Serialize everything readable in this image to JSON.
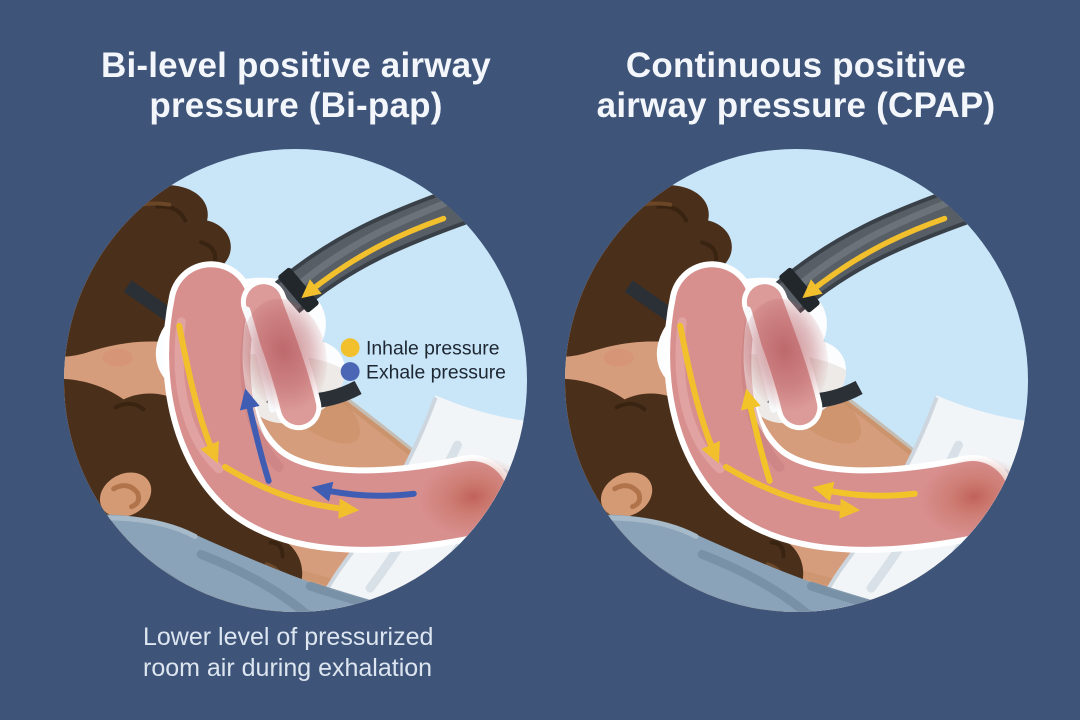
{
  "figure": {
    "name": "Bi-pap vs CPAP sleep apnea therapy comparison",
    "background": "#3e5479"
  },
  "panels": [
    {
      "id": "bipap",
      "title_lines": [
        "Bi-level positive airway",
        "pressure (Bi-pap)"
      ],
      "mode": "bipap",
      "exhale_arrow_color": "#3f5db3"
    },
    {
      "id": "cpap",
      "title_lines": [
        "Continuous positive",
        "airway pressure (CPAP)"
      ],
      "mode": "cpap",
      "exhale_arrow_color": "#f3c428"
    }
  ],
  "legend": {
    "items": [
      {
        "label": "Inhale pressure",
        "color": "#f1c02c"
      },
      {
        "label": "Exhale pressure",
        "color": "#4a66b4"
      }
    ]
  },
  "caption": {
    "lines": [
      "Lower level of pressurized",
      "room air during exhalation"
    ]
  },
  "colors": {
    "background": "#3e5479",
    "circle_bg": "#c9e5f8",
    "skin": "#d59d7b",
    "skin_shadow": "#c28a5e",
    "hair": "#4a2f1b",
    "mask": "#fcfdfe",
    "strap": "#2b3036",
    "tube": "#585e65",
    "airway": "#d8908f",
    "airway_deep": "#b4585e",
    "pillow": "#f2f5f8",
    "blanket": "#8ba3b8",
    "title_text": "#f3f6fa",
    "caption_text": "#dde6f0",
    "legend_text": "#1d2732"
  }
}
